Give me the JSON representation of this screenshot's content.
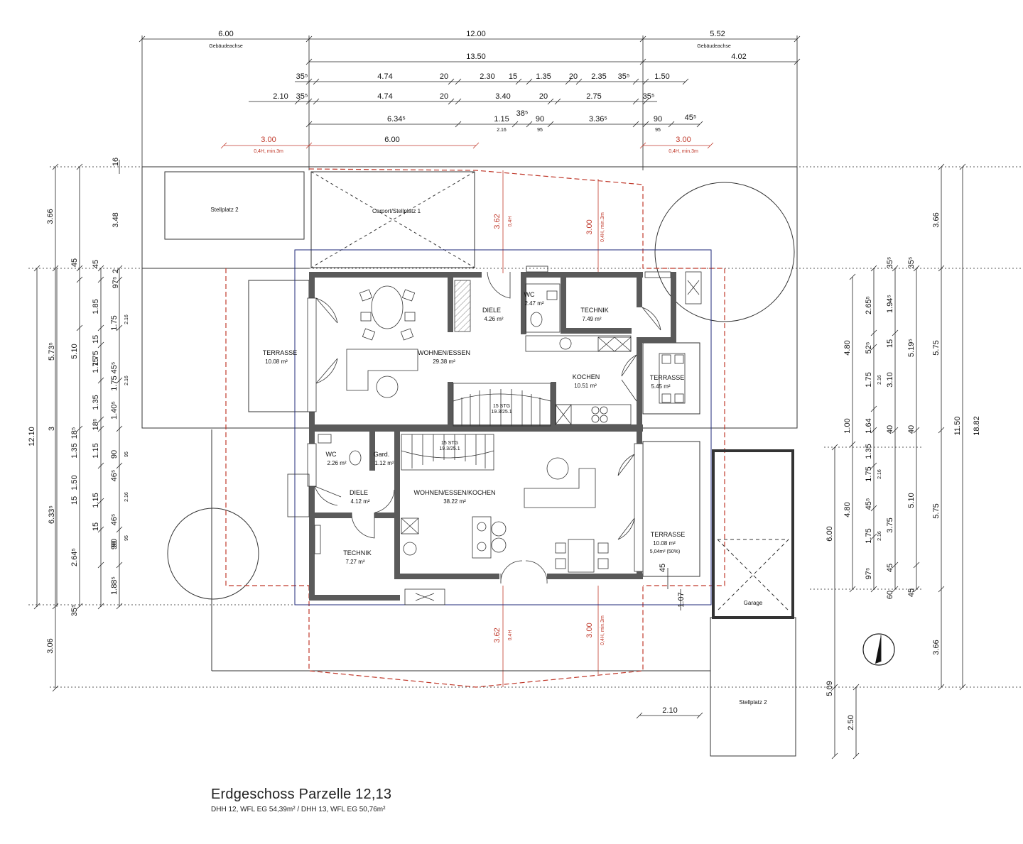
{
  "plan": {
    "title": "Erdgeschoss Parzelle 12,13",
    "subtitle": "DHH 12, WFL EG 54,39m² / DHH 13, WFL EG 50,76m²",
    "colors": {
      "wall": "#555555",
      "line": "#222222",
      "red": "#c0392b",
      "blue": "#1f2a7a"
    },
    "rooms": {
      "wohnen_essen": {
        "name": "WOHNEN/ESSEN",
        "area": "29.38 m²"
      },
      "diele_top": {
        "name": "DIELE",
        "area": "4.26 m²"
      },
      "wc_top": {
        "name": "WC",
        "area": "2.47 m²"
      },
      "technik_top": {
        "name": "TECHNIK",
        "area": "7.49 m²"
      },
      "kochen": {
        "name": "KOCHEN",
        "area": "10.51 m²"
      },
      "terrasse_left": {
        "name": "TERRASSE",
        "area": "10.08 m²"
      },
      "terrasse_right": {
        "name": "TERRASSE",
        "area": "5.45 m²"
      },
      "wc_bottom": {
        "name": "WC",
        "area": "2.26 m²"
      },
      "gard": {
        "name": "Gard.",
        "area": "1.12 m²"
      },
      "diele_bottom": {
        "name": "DIELE",
        "area": "4.12 m²"
      },
      "wek": {
        "name": "WOHNEN/ESSEN/KOCHEN",
        "area": "38.22 m²"
      },
      "technik_bottom": {
        "name": "TECHNIK",
        "area": "7.27 m²"
      },
      "terrasse_bottom": {
        "name": "TERRASSE",
        "area": "10.08 m²",
        "note": "5,04m² (50%)"
      },
      "stellplatz_top": {
        "name": "Stellplatz 2"
      },
      "carport": {
        "name": "Carport/Stellplatz 1"
      },
      "garage": {
        "name": "Garage"
      },
      "stellplatz_bottom": {
        "name": "Stellplatz 2"
      },
      "stair_top": {
        "line1": "15 STG",
        "line2": "19.3/25.1"
      },
      "stair_bottom": {
        "line1": "15 STG",
        "line2": "19.3/25.1"
      }
    },
    "top_dims": {
      "row1": [
        "6.00",
        "12.00",
        "5.52"
      ],
      "row1_sub": [
        "Gebäudeachse",
        "Gebäudeachse"
      ],
      "row2": [
        "13.50",
        "4.02"
      ],
      "row3": [
        "35⁵",
        "4.74",
        "20",
        "2.30",
        "15",
        "1.35",
        "20",
        "2.35",
        "35⁵",
        "1.50"
      ],
      "row4": [
        "2.10",
        "35⁵",
        "4.74",
        "20",
        "3.40",
        "20",
        "2.75",
        "35⁵"
      ],
      "row5": [
        "6.34⁵",
        "1.15",
        "2.16",
        "38⁵",
        "90",
        "95",
        "3.36⁵",
        "90",
        "95",
        "45⁵"
      ],
      "row6_red": [
        "3.00",
        "0,4H, min.3m",
        "6.00",
        "3.00",
        "0,4H, min.3m"
      ]
    },
    "left_dims": {
      "col1": [
        "3.66",
        "12.10",
        "3.06"
      ],
      "col2": [
        "3.48",
        "5.73⁵",
        "3",
        "6.33⁵",
        "35⁵"
      ],
      "col3": [
        "45",
        "5.10",
        "1.35",
        "1.50",
        "15",
        "2.64⁵"
      ],
      "col4": [
        "1.85",
        "1.75",
        "15",
        "1.75",
        "45⁵",
        "1.35",
        "18⁵",
        "1.15",
        "46⁵",
        "1.15",
        "15",
        "90",
        "1.88⁵"
      ],
      "col5": [
        "45",
        "97⁵",
        "2",
        "1.75",
        "1.75",
        "1.40⁵",
        "18⁵",
        "90",
        "46⁵",
        "90"
      ],
      "col6": [
        "16",
        "2.16",
        "2.16",
        "95",
        "2.16",
        "95"
      ]
    },
    "right_dims": {
      "col1": [
        "4.80",
        "1.00",
        "4.80",
        "6.00",
        "5.09",
        "2.50"
      ],
      "col2": [
        "2.65⁵",
        "52⁵",
        "1.75",
        "1.64",
        "1.35",
        "1.75",
        "45⁵",
        "1.75",
        "97⁵",
        "2.16",
        "2.16",
        "2.16"
      ],
      "col3": [
        "35⁵",
        "1.94⁵",
        "15",
        "3.10",
        "40",
        "3.75",
        "45",
        "60"
      ],
      "col4": [
        "35⁵",
        "5.19⁵",
        "40",
        "5.10",
        "45"
      ],
      "col5": [
        "3.66",
        "5.75",
        "11.50",
        "5.75",
        "3.66"
      ],
      "col6": [
        "18.82"
      ]
    },
    "red_dims": [
      "3.62",
      "0,4H",
      "3.00",
      "0,4H, min.3m",
      "3.62",
      "0,4H",
      "3.00",
      "0,4H, min.3m"
    ],
    "misc_dims": [
      "45",
      "1.07",
      "2.10"
    ]
  }
}
